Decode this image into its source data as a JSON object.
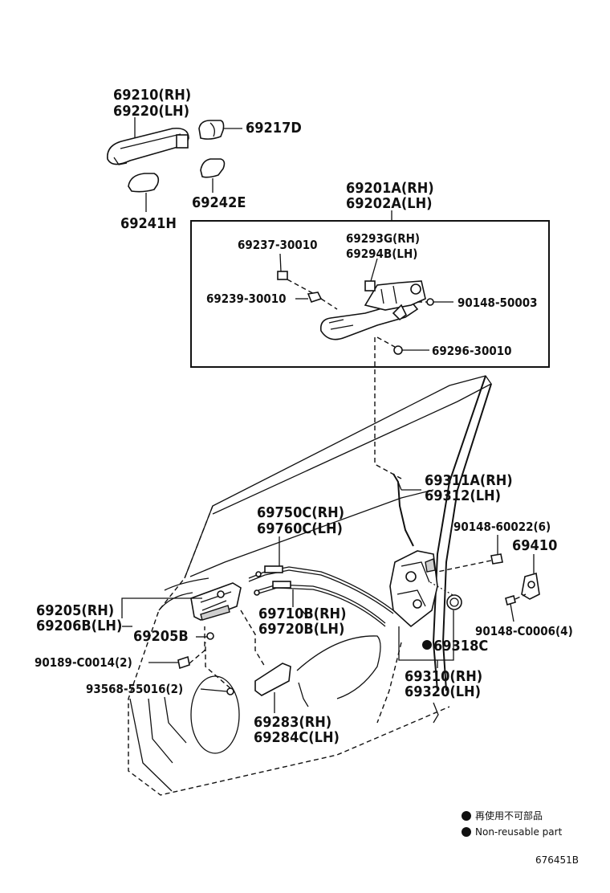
{
  "labels": {
    "outer_handle_rh": "69210(RH)",
    "outer_handle_lh": "69220(LH)",
    "cap": "69217D",
    "pad_e": "69242E",
    "pad_h": "69241H",
    "frame_rh": "69201A(RH)",
    "frame_lh": "69202A(LH)",
    "sub_a": "69237-30010",
    "sub_b_rh": "69293G(RH)",
    "sub_b_lh": "69294B(LH)",
    "sub_c": "69239-30010",
    "screw_a": "90148-50003",
    "screw_b": "69296-30010",
    "rod_rh": "69311A(RH)",
    "rod_lh": "69312(LH)",
    "cable_a_rh": "69750C(RH)",
    "cable_a_lh": "69760C(LH)",
    "screw_c": "90148-60022(6)",
    "striker": "69410",
    "inner_rh": "69205(RH)",
    "inner_lh": "69206B(LH)",
    "inner_b": "69205B",
    "cable_b_rh": "69710B(RH)",
    "cable_b_lh": "69720B(LH)",
    "screw_d": "90148-C0006(4)",
    "clip": "90189-C0014(2)",
    "nonreuse": "69318C",
    "screw_e": "93568-55016(2)",
    "lock_rh": "69310(RH)",
    "lock_lh": "69320(LH)",
    "cover_rh": "69283(RH)",
    "cover_lh": "69284C(LH)"
  },
  "legend": {
    "japanese": "再使用不可部品",
    "english": "Non-reusable part"
  },
  "figure_id": "676451B"
}
